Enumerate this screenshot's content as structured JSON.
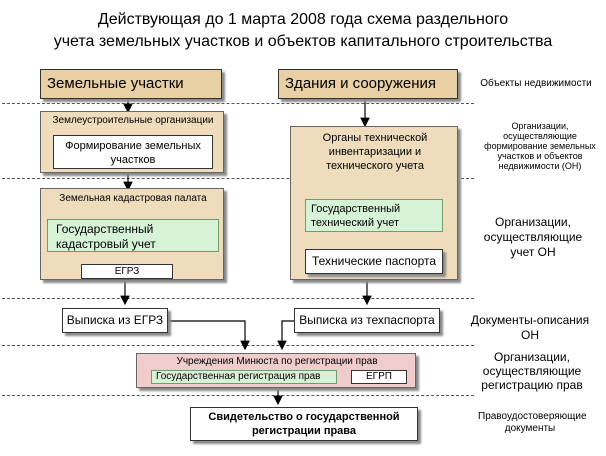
{
  "title": {
    "line1": "Действующая  до 1 марта 2008 года схема раздельного",
    "line2": "учета земельных участков и объектов капитального строительства"
  },
  "left_header": "Земельные участки",
  "right_header": "Здания и сооружения",
  "left_org1": {
    "title": "Землеустроительные организации",
    "item": "Формирование земельных участков"
  },
  "left_org2": {
    "title": "Земельная кадастровая палата",
    "green": "Государственный кадастровый учет",
    "registry": "ЕГРЗ"
  },
  "right_org": {
    "title": "Органы технической инвентаризации и технического учета",
    "green": "Государственный технический учет",
    "passports": "Технические паспорта"
  },
  "extract_left": "Выписка из ЕГРЗ",
  "extract_right": "Выписка из техпаспорта",
  "ministry": {
    "title": "Учреждения Минюста по регистрации прав",
    "green": "Государственная регистрация прав",
    "registry": "ЕГРП"
  },
  "certificate": "Свидетельство о государственной регистрации права",
  "side_labels": {
    "l1": "Объекты недвижимости",
    "l2": "Организации, осуществляющие формирование земельных участков и объектов недвижимости (ОН)",
    "l3": "Организации, осуществляющие учет ОН",
    "l4": "Документы-описания ОН",
    "l5": "Организации, осуществляющие регистрацию прав",
    "l6": "Правоудостоверяющие документы"
  }
}
